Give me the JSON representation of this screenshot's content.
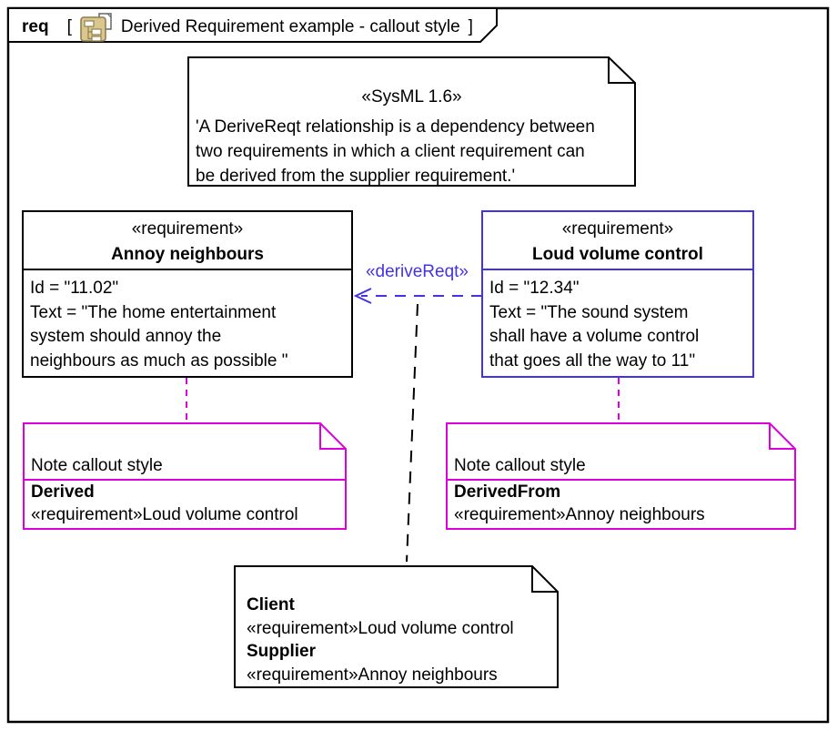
{
  "frame": {
    "keyword": "req",
    "bracket_open": "[",
    "bracket_close": "]",
    "title": "Derived Requirement example - callout style",
    "diagram_icon": "requirement-diagram-icon"
  },
  "colors": {
    "box_black": "#000000",
    "box_blue": "#4433e6",
    "callout_magenta": "#dd00dd",
    "icon_tan_fill": "#d9c78f",
    "icon_tan_border": "#91804d"
  },
  "sysml_note": {
    "stereotype": "«SysML 1.6»",
    "body_lines": [
      "'A DeriveReqt relationship is a dependency between",
      "two requirements in which a client requirement can",
      "be derived from the supplier requirement.'"
    ]
  },
  "requirement_left": {
    "stereotype": "«requirement»",
    "name": "Annoy neighbours",
    "body_lines": [
      "Id = \"11.02\"",
      "Text = \"The home entertainment",
      "system should annoy the",
      "neighbours as much as possible \""
    ]
  },
  "requirement_right": {
    "stereotype": "«requirement»",
    "name": "Loud volume control",
    "body_lines": [
      "Id = \"12.34\"",
      "Text = \"The sound system",
      "shall have a volume control",
      "that goes all the way to 11\""
    ]
  },
  "derive_relationship": {
    "label": "«deriveReqt»"
  },
  "callout_left": {
    "title": "Note callout style",
    "property": "Derived",
    "value": "«requirement»Loud volume control"
  },
  "callout_right": {
    "title": "Note callout style",
    "property": "DerivedFrom",
    "value": "«requirement»Annoy neighbours"
  },
  "bottom_note": {
    "rows": [
      {
        "label": "Client",
        "value": "«requirement»Loud volume control"
      },
      {
        "label": "Supplier",
        "value": "«requirement»Annoy neighbours"
      }
    ]
  }
}
